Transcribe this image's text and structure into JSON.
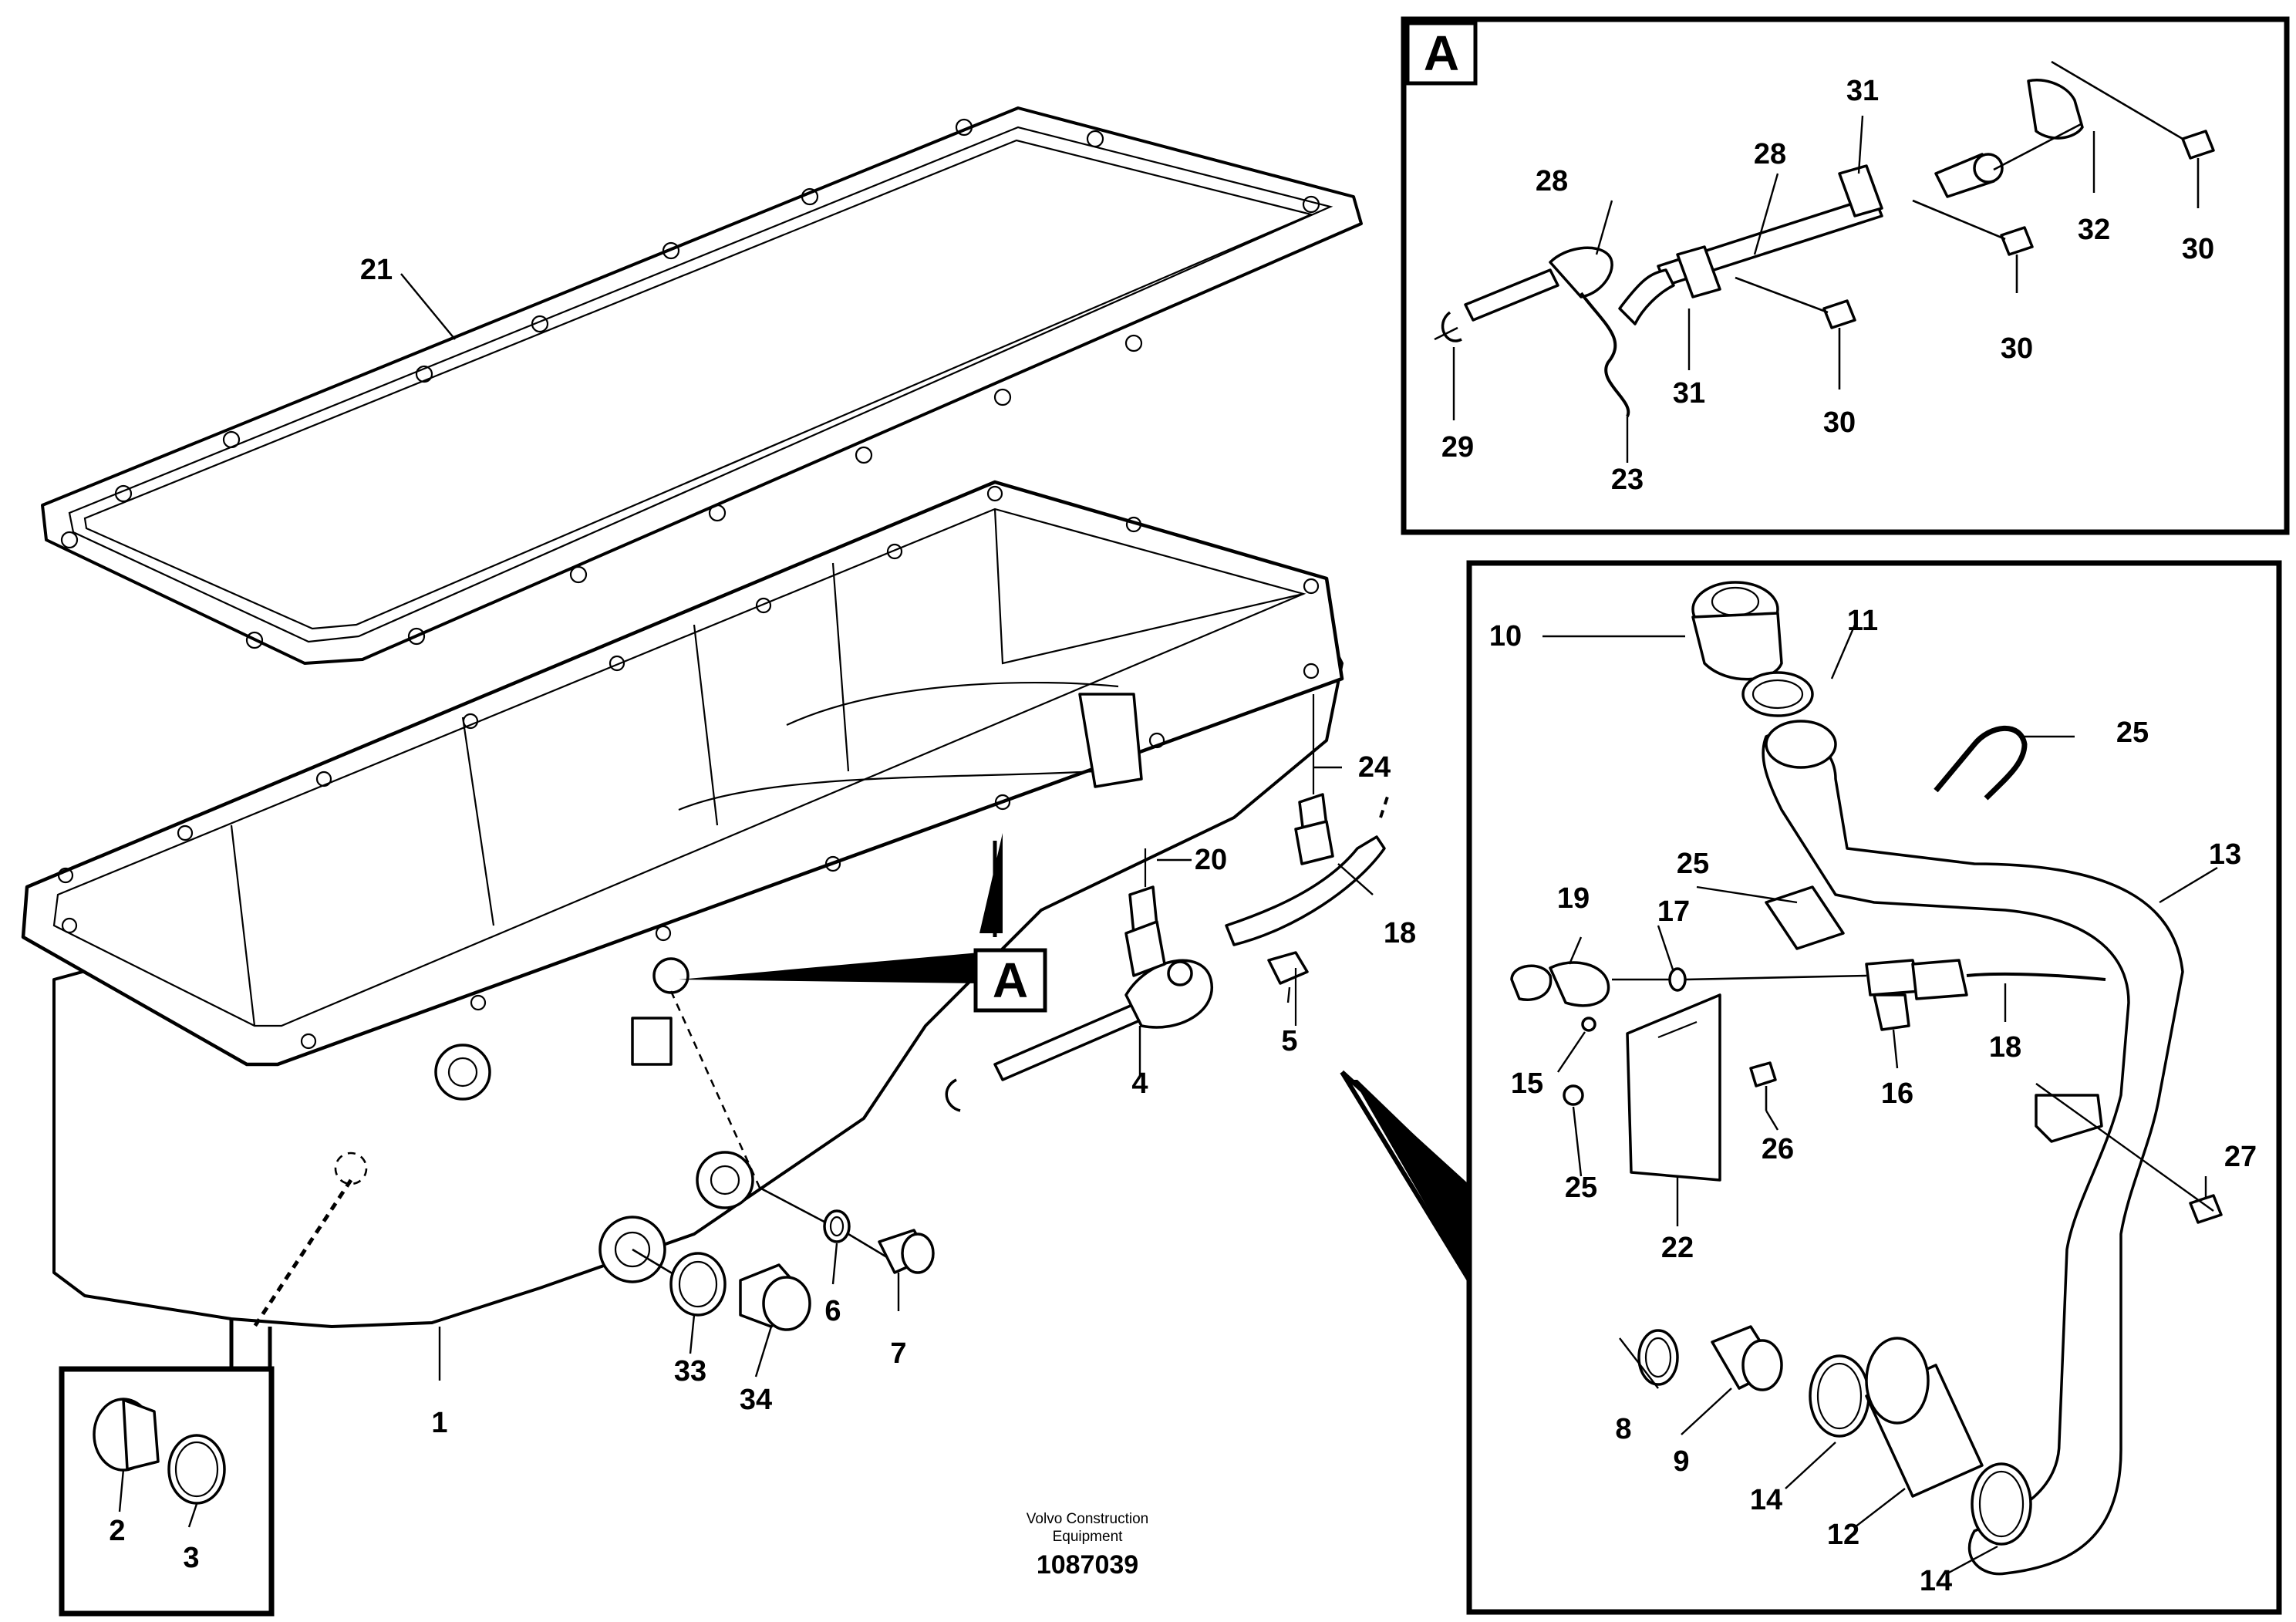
{
  "view_label": "A",
  "credit": {
    "line1": "Volvo Construction",
    "line2": "Equipment",
    "drawing_number": "1087039"
  },
  "callouts": {
    "c1": "1",
    "c2": "2",
    "c3": "3",
    "c4": "4",
    "c5": "5",
    "c6": "6",
    "c7": "7",
    "c8": "8",
    "c9": "9",
    "c10": "10",
    "c11": "11",
    "c12": "12",
    "c13": "13",
    "c14a": "14",
    "c14b": "14",
    "c15": "15",
    "c16": "16",
    "c17": "17",
    "c18a": "18",
    "c18b": "18",
    "c19": "19",
    "c20": "20",
    "c21": "21",
    "c22": "22",
    "c23": "23",
    "c24": "24",
    "c25a": "25",
    "c25b": "25",
    "c25c": "25",
    "c26": "26",
    "c27": "27",
    "c28a": "28",
    "c28b": "28",
    "c29": "29",
    "c30a": "30",
    "c30b": "30",
    "c30c": "30",
    "c31a": "31",
    "c31b": "31",
    "c32": "32",
    "c33": "33",
    "c34": "34"
  }
}
